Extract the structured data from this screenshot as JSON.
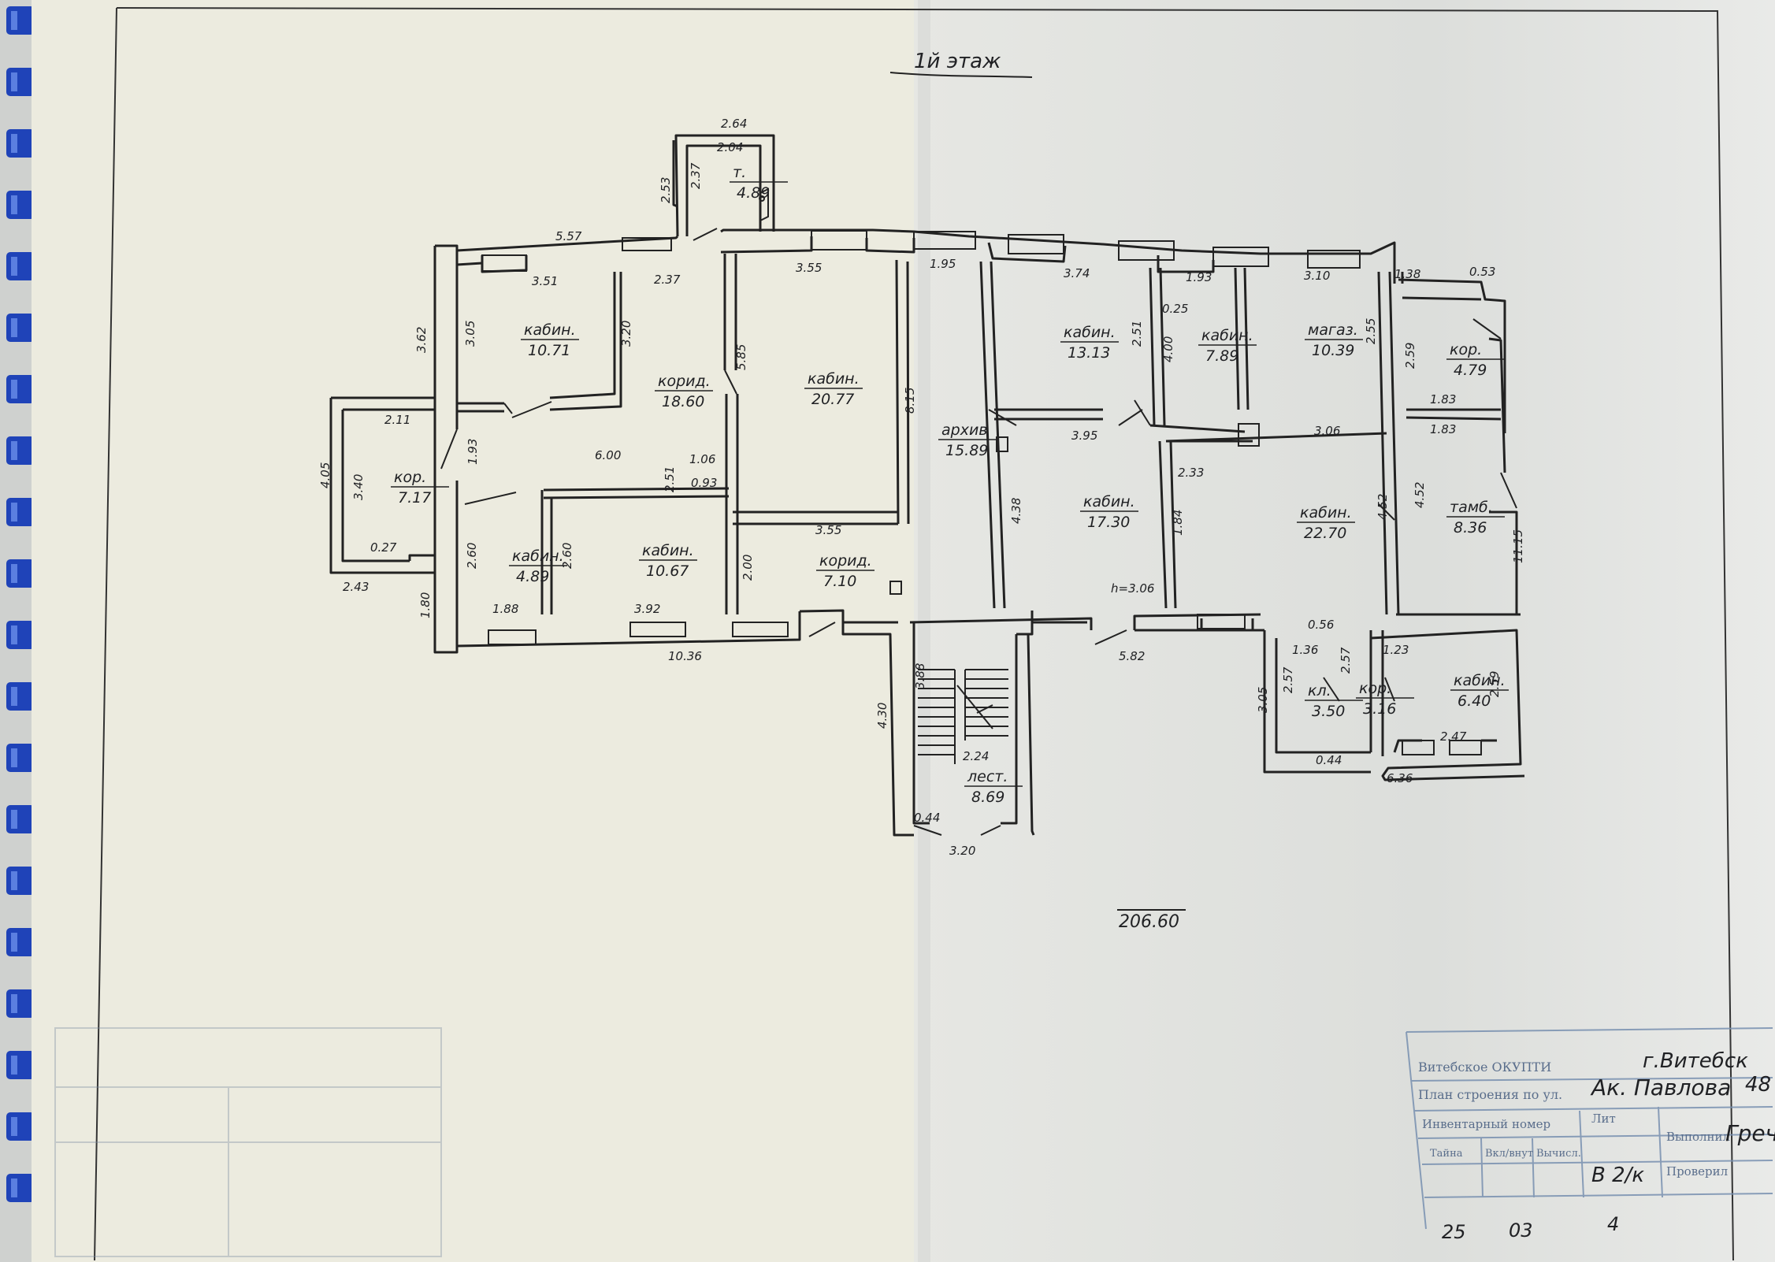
{
  "sheet": {
    "title": "1й этаж",
    "total_area": "206.60"
  },
  "rooms": [
    {
      "id": "r1",
      "name": "кабин.",
      "area": "10.71"
    },
    {
      "id": "r2",
      "name": "корид.",
      "area": "18.60"
    },
    {
      "id": "r3",
      "name": "кабин.",
      "area": "20.77"
    },
    {
      "id": "r4",
      "name": "архив",
      "area": "15.89"
    },
    {
      "id": "r5",
      "name": "кабин.",
      "area": "13.13"
    },
    {
      "id": "r6",
      "name": "кабин.",
      "area": "7.89"
    },
    {
      "id": "r7",
      "name": "магаз.",
      "area": "10.39"
    },
    {
      "id": "r8",
      "name": "кор.",
      "area": "4.79"
    },
    {
      "id": "r9",
      "name": "т.",
      "area": "4.89"
    },
    {
      "id": "r10",
      "name": "кор.",
      "area": "7.17"
    },
    {
      "id": "r11",
      "name": "кабин.",
      "area": "4.89"
    },
    {
      "id": "r12",
      "name": "кабин.",
      "area": "10.67"
    },
    {
      "id": "r13",
      "name": "корид.",
      "area": "7.10"
    },
    {
      "id": "r14",
      "name": "кабин.",
      "area": "17.30"
    },
    {
      "id": "r15",
      "name": "кабин.",
      "area": "22.70"
    },
    {
      "id": "r16",
      "name": "тамб.",
      "area": "8.36"
    },
    {
      "id": "r17",
      "name": "кл.",
      "area": "3.50"
    },
    {
      "id": "r18",
      "name": "кор.",
      "area": "3.16"
    },
    {
      "id": "r19",
      "name": "кабин.",
      "area": "6.40"
    },
    {
      "id": "r20",
      "name": "лест.",
      "area": "8.69"
    }
  ],
  "dimensions": [
    {
      "id": "d1",
      "text": "2.64"
    },
    {
      "id": "d2",
      "text": "2.04"
    },
    {
      "id": "d3",
      "text": "2.53"
    },
    {
      "id": "d4",
      "text": "2.37"
    },
    {
      "id": "d5",
      "text": "5.57"
    },
    {
      "id": "d6",
      "text": "3.51"
    },
    {
      "id": "d7",
      "text": "2.37"
    },
    {
      "id": "d8",
      "text": "3.55"
    },
    {
      "id": "d9",
      "text": "1.95"
    },
    {
      "id": "d10",
      "text": "3.74"
    },
    {
      "id": "d11",
      "text": "1.93"
    },
    {
      "id": "d12",
      "text": "3.10"
    },
    {
      "id": "d13",
      "text": "1.38"
    },
    {
      "id": "d14",
      "text": "0.53"
    },
    {
      "id": "d15",
      "text": "3.62"
    },
    {
      "id": "d16",
      "text": "3.05"
    },
    {
      "id": "d17",
      "text": "3.20"
    },
    {
      "id": "d18",
      "text": "5.85"
    },
    {
      "id": "d19",
      "text": "8.15"
    },
    {
      "id": "d20",
      "text": "2.51"
    },
    {
      "id": "d21",
      "text": "4.00"
    },
    {
      "id": "d22",
      "text": "0.25"
    },
    {
      "id": "d23",
      "text": "2.55"
    },
    {
      "id": "d24",
      "text": "2.59"
    },
    {
      "id": "d25",
      "text": "1.83"
    },
    {
      "id": "d26",
      "text": "1.83"
    },
    {
      "id": "d27",
      "text": "2.11"
    },
    {
      "id": "d28",
      "text": "1.93"
    },
    {
      "id": "d29",
      "text": "6.00"
    },
    {
      "id": "d30",
      "text": "1.06"
    },
    {
      "id": "d31",
      "text": "2.51"
    },
    {
      "id": "d32",
      "text": "0.93"
    },
    {
      "id": "d33",
      "text": "3.95"
    },
    {
      "id": "d34",
      "text": "3.06"
    },
    {
      "id": "d35",
      "text": "2.33"
    },
    {
      "id": "d36",
      "text": "4.05"
    },
    {
      "id": "d37",
      "text": "3.40"
    },
    {
      "id": "d38",
      "text": "4.38"
    },
    {
      "id": "d39",
      "text": "1.84"
    },
    {
      "id": "d40",
      "text": "4.52"
    },
    {
      "id": "d41",
      "text": "4.52"
    },
    {
      "id": "d42",
      "text": "11.15"
    },
    {
      "id": "d43",
      "text": "3.55"
    },
    {
      "id": "d44",
      "text": "0.27"
    },
    {
      "id": "d45",
      "text": "2.60"
    },
    {
      "id": "d46",
      "text": "2.60"
    },
    {
      "id": "d47",
      "text": "2.00"
    },
    {
      "id": "d48",
      "text": "h=3.06"
    },
    {
      "id": "d49",
      "text": "2.43"
    },
    {
      "id": "d50",
      "text": "1.80"
    },
    {
      "id": "d51",
      "text": "1.88"
    },
    {
      "id": "d52",
      "text": "3.92"
    },
    {
      "id": "d53",
      "text": "10.36"
    },
    {
      "id": "d54",
      "text": "5.82"
    },
    {
      "id": "d55",
      "text": "0.56"
    },
    {
      "id": "d56",
      "text": "1.36"
    },
    {
      "id": "d57",
      "text": "2.57"
    },
    {
      "id": "d58",
      "text": "1.23"
    },
    {
      "id": "d59",
      "text": "2.57"
    },
    {
      "id": "d60",
      "text": "3.05"
    },
    {
      "id": "d61",
      "text": "2.59"
    },
    {
      "id": "d62",
      "text": "2.47"
    },
    {
      "id": "d63",
      "text": "0.44"
    },
    {
      "id": "d64",
      "text": "6.36"
    },
    {
      "id": "d65",
      "text": "4.30"
    },
    {
      "id": "d66",
      "text": "3.88"
    },
    {
      "id": "d67",
      "text": "2.24"
    },
    {
      "id": "d68",
      "text": "0.44"
    },
    {
      "id": "d69",
      "text": "3.20"
    }
  ],
  "title_block": {
    "city": "г.Витебск",
    "street": "Ак. Павлова",
    "house": "48",
    "sheet_code": "В 2/к",
    "executor": "Греч",
    "printed_org": "Витебское ОКУПТИ",
    "printed_plan": "План строения по ул.",
    "printed_inv": "Инвентарный номер",
    "printed_lit": "Лит",
    "printed_exec": "Выполнил",
    "printed_check": "Проверил",
    "printed_cols": [
      "Тайна",
      "Вкл/внут",
      "Вычисл."
    ],
    "footer_left": "25",
    "footer_mid": "03",
    "footer_right": "4"
  }
}
